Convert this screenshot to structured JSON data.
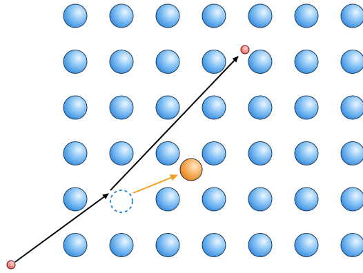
{
  "lattice": {
    "rows": 6,
    "columns": 7,
    "atom_color": "#5aaaf0",
    "atom_highlight": "#e8f4ff",
    "atom_edge": "#1f4f7a"
  },
  "projectile": {
    "color": "#f07a7a",
    "edge": "#7a1f1f",
    "path_color": "#000000"
  },
  "vacancy": {
    "edge_color": "#2a8ad8",
    "style": "dashed"
  },
  "displaced_atom": {
    "color": "#f5a04a",
    "highlight": "#ffe2c0",
    "edge": "#7a4a10",
    "arrow_color": "#f0a020"
  }
}
